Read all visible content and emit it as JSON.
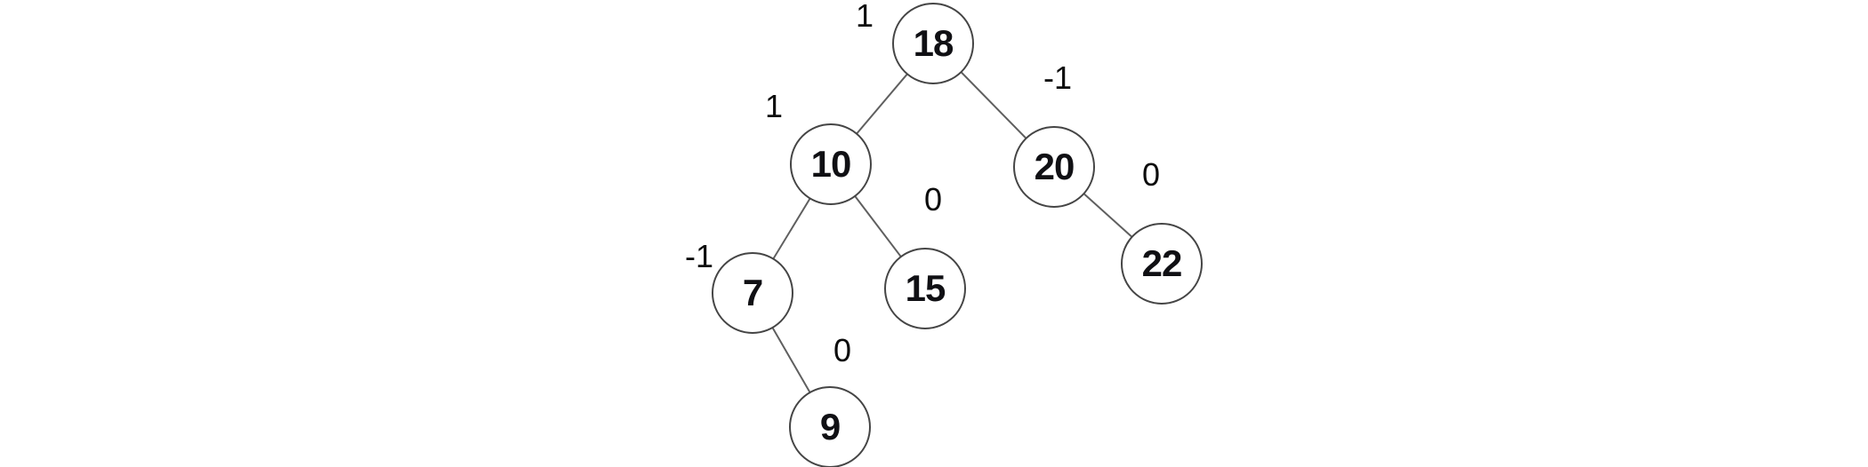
{
  "diagram": {
    "type": "binary-search-tree-with-balance-factors",
    "background_color": "#ffffff",
    "node_border_color": "#454545",
    "edge_color": "#5f5f5f",
    "node_text_color": "#101014",
    "label_text_color": "#0c0c0c",
    "nodes": [
      {
        "value": "18",
        "balance": "1"
      },
      {
        "value": "10",
        "balance": "1"
      },
      {
        "value": "20",
        "balance": "-1"
      },
      {
        "value": "7",
        "balance": "-1"
      },
      {
        "value": "15",
        "balance": "0"
      },
      {
        "value": "22",
        "balance": "0"
      },
      {
        "value": "9",
        "balance": "0"
      }
    ],
    "edges": [
      {
        "from": "18",
        "to": "10"
      },
      {
        "from": "18",
        "to": "20"
      },
      {
        "from": "10",
        "to": "7"
      },
      {
        "from": "10",
        "to": "15"
      },
      {
        "from": "20",
        "to": "22"
      },
      {
        "from": "7",
        "to": "9"
      }
    ]
  }
}
